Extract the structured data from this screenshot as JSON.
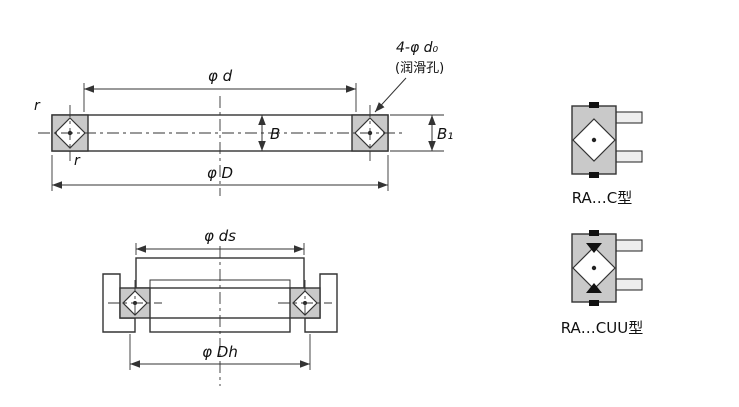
{
  "page": {
    "background": "#ffffff",
    "line_color": "#333333",
    "section_fill": "#c9c9c9"
  },
  "main_view": {
    "dim_d_label": "φ d",
    "lube_hole_label": "4-φ d₀",
    "lube_hole_note": "(润滑孔)",
    "r_top_label": "r",
    "r_bottom_label": "r",
    "dim_B_label": "B",
    "dim_B1_label": "B₁",
    "dim_D_label": "φ D"
  },
  "mount_view": {
    "dim_ds_label": "φ ds",
    "dim_Dh_label": "φ Dh"
  },
  "type_labels": {
    "c_type": "RA…C型",
    "cuu_type": "RA…CUU型"
  }
}
